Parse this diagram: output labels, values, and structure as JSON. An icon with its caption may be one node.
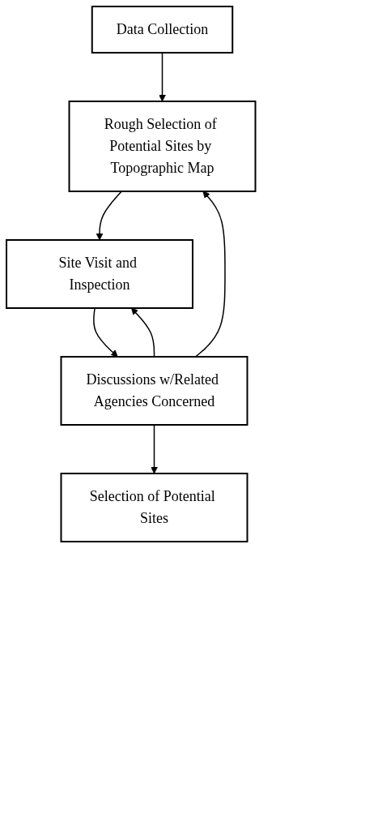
{
  "diagram": {
    "nodes": [
      {
        "text": [
          "Data Collection"
        ]
      },
      {
        "text": [
          "Rough Selection of Potential Sites by Topographic Map"
        ]
      },
      {
        "text": [
          "Site Visit and Inspection"
        ]
      },
      {
        "text": [
          "Discussions w/Related Agencies Concerned"
        ]
      },
      {
        "text": [
          "Selection of Potential Sites"
        ]
      }
    ],
    "edges": [
      {
        "from": 0,
        "to": 1,
        "arrow": "to"
      },
      {
        "from": 1,
        "to": 2,
        "arrow": "to"
      },
      {
        "from": 2,
        "to": 3,
        "arrow": "to"
      },
      {
        "from": 3,
        "to": 4,
        "arrow": "to"
      },
      {
        "from": 3,
        "to": 1,
        "arrow": "to"
      },
      {
        "from": 3,
        "to": 2,
        "arrow": "to"
      }
    ]
  }
}
